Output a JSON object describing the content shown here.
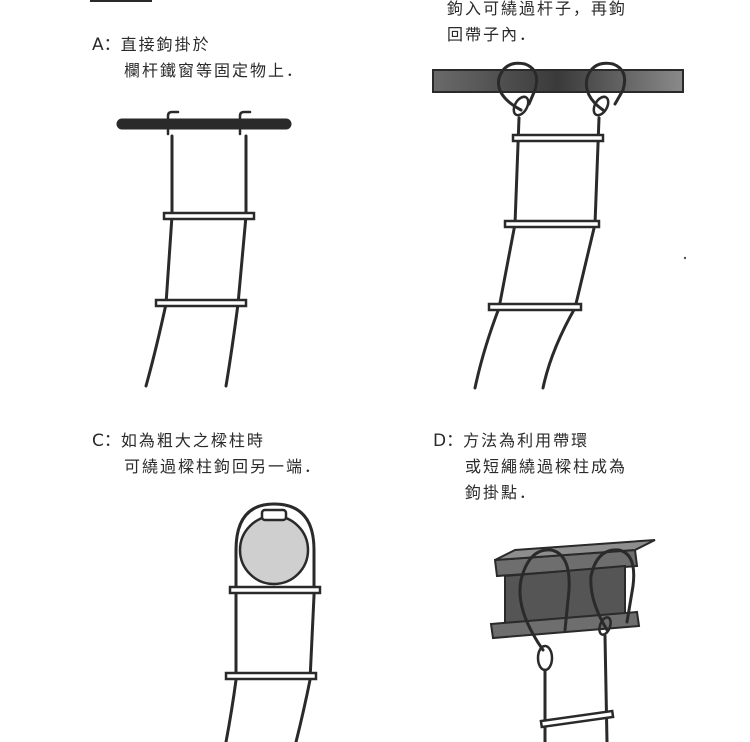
{
  "heading": "",
  "panels": {
    "a": {
      "letter": "A：",
      "line1": "直接鉤掛於",
      "line2": "欄杆鐵窗等固定物上．"
    },
    "b": {
      "line1": "鉤入可繞過杆子，再鉤",
      "line2": "回帶子內．"
    },
    "c": {
      "letter": "C：",
      "line1": "如為粗大之樑柱時",
      "line2": "可繞過樑柱鉤回另一端．"
    },
    "d": {
      "letter": "D：",
      "line1": "方法為利用帶環",
      "line2": "或短繩繞過樑柱成為",
      "line3": "鉤掛點．"
    }
  },
  "colors": {
    "ink": "#2a2a2a",
    "pillar_fill": "#cfcfcf",
    "bar_fill": "#3c3c3c"
  }
}
